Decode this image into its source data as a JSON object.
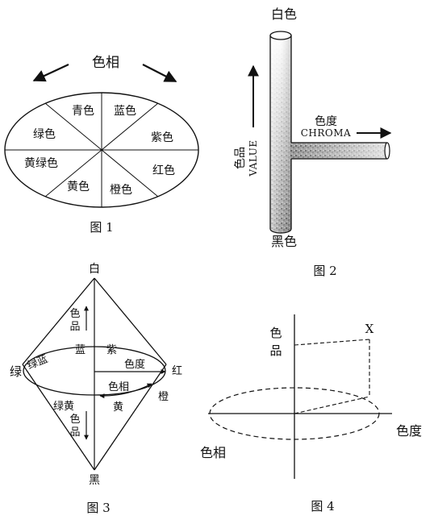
{
  "fig1": {
    "hue": "色相",
    "sectors": [
      "青色",
      "蓝色",
      "紫色",
      "红色",
      "橙色",
      "黄色",
      "黄绿色",
      "绿色"
    ],
    "caption": "图 1"
  },
  "fig2": {
    "white": "白色",
    "black": "黑色",
    "chroma_cn": "色度",
    "chroma_en": "CHROMA",
    "value_cn": "色品",
    "value_en": "VALUE",
    "caption": "图 2"
  },
  "fig3": {
    "white": "白",
    "black": "黑",
    "green": "绿",
    "red": "红",
    "value_top": "色品",
    "value_bottom": "色品",
    "blue": "蓝",
    "purple": "紫",
    "green_blue": "绿蓝",
    "chroma": "色度",
    "hue": "色相",
    "yellow_green": "绿黄",
    "yellow": "黄",
    "orange": "橙",
    "caption": "图 3"
  },
  "fig4": {
    "value": "色品",
    "x_label": "X",
    "chroma": "色度",
    "hue": "色相",
    "caption": "图 4"
  }
}
